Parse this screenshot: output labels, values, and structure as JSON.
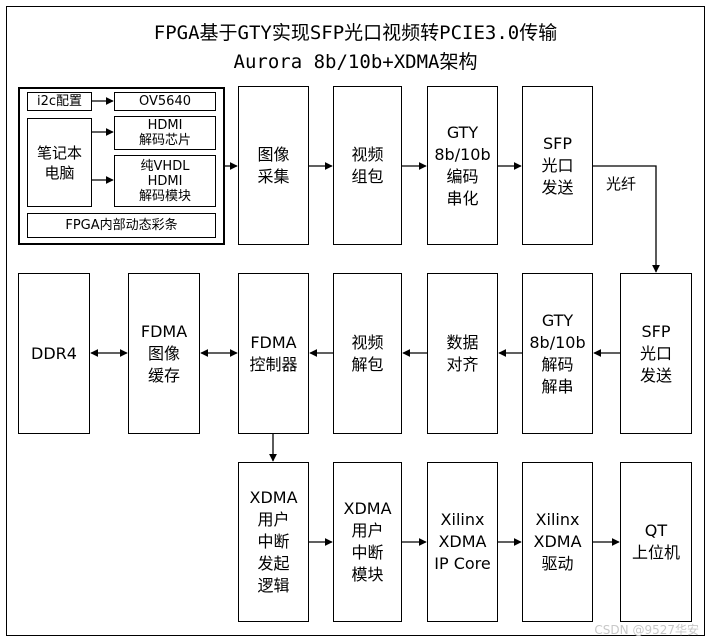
{
  "title": {
    "line1": "FPGA基于GTY实现SFP光口视频转PCIE3.0传输",
    "line2": "Aurora 8b/10b+XDMA架构"
  },
  "source_group": {
    "i2c": "i2c配置",
    "ov5640": "OV5640",
    "laptop": "笔记本\n电脑",
    "hdmi_chip": "HDMI\n解码芯片",
    "vhdl_decoder": "纯VHDL\nHDMI\n解码模块",
    "colorbar": "FPGA内部动态彩条"
  },
  "row1": {
    "capture": "图像\n采集",
    "pack": "视频\n组包",
    "gty_encode": "GTY\n8b/10b\n编码\n串化",
    "sfp_tx": "SFP\n光口\n发送",
    "fiber": "光纤"
  },
  "row2": {
    "ddr4": "DDR4",
    "fdma_buffer": "FDMA\n图像\n缓存",
    "fdma_ctrl": "FDMA\n控制器",
    "unpack": "视频\n解包",
    "align": "数据\n对齐",
    "gty_decode": "GTY\n8b/10b\n解码\n解串",
    "sfp_rx": "SFP\n光口\n发送"
  },
  "row3": {
    "irq_logic": "XDMA\n用户\n中断\n发起\n逻辑",
    "irq_module": "XDMA\n用户\n中断\n模块",
    "xdma_ip": "Xilinx\nXDMA\nIP Core",
    "xdma_driver": "Xilinx\nXDMA\n驱动",
    "qt": "QT\n上位机"
  },
  "watermark": "CSDN @9527华安"
}
